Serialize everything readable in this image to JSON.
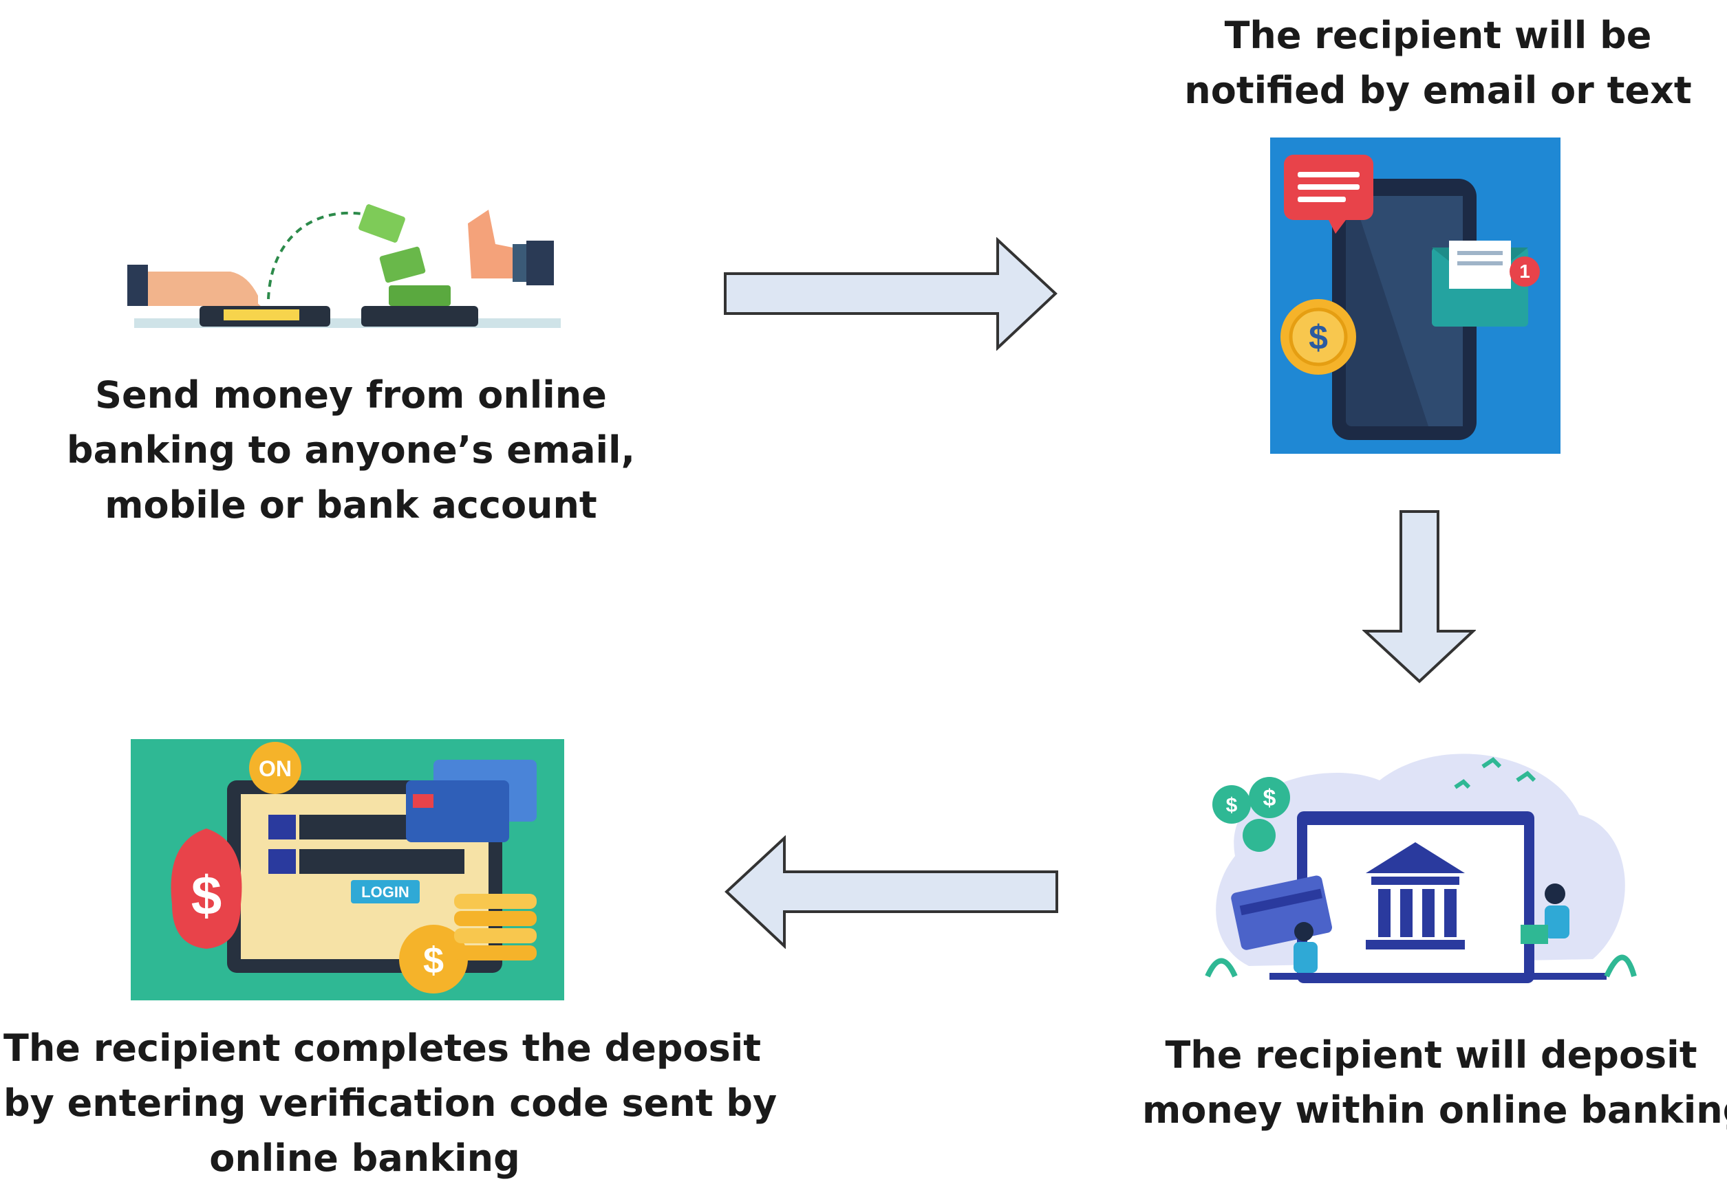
{
  "steps": {
    "send": {
      "lines": [
        "Send money from online",
        "banking to anyone’s email,",
        "mobile or bank account"
      ]
    },
    "notify": {
      "lines": [
        "The recipient will be",
        "notified by email or text"
      ]
    },
    "deposit": {
      "lines": [
        "The recipient will deposit",
        "money within online banking"
      ]
    },
    "complete": {
      "lines": [
        "The recipient completes the deposit",
        "by entering verification code sent by",
        "online banking"
      ]
    }
  },
  "illustrations": {
    "login_screen": {
      "on_badge": "ON",
      "login_button": "LOGIN"
    },
    "notification": {
      "badge_count": "1"
    }
  },
  "icons": {
    "send": "money-transfer-hands-icon",
    "notify": "phone-notification-icon",
    "deposit": "online-bank-icon",
    "complete": "login-verification-icon"
  },
  "colors": {
    "arrow_fill": "#dde6f3",
    "arrow_stroke": "#333333",
    "phone_bg": "#1f88d4",
    "login_bg": "#2fb894",
    "bank_blue": "#2a3a9e"
  }
}
